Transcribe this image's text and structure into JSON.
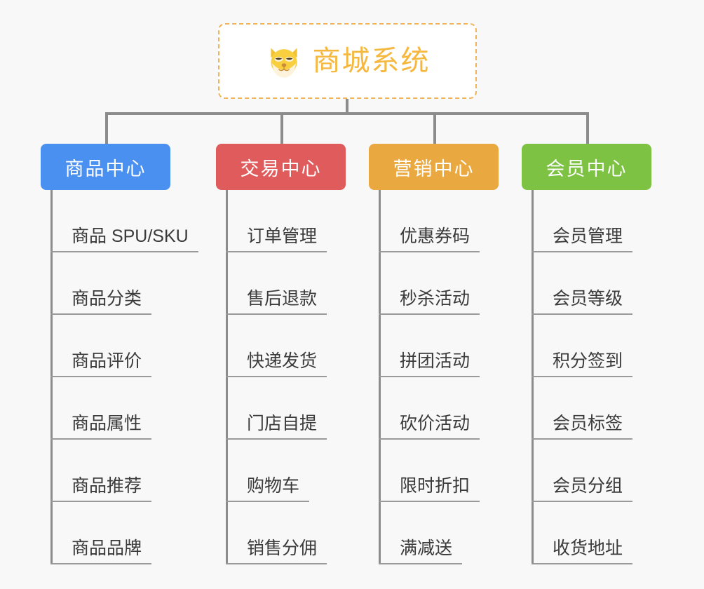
{
  "page": {
    "background_color": "#f8f8f8",
    "type": "mindmap"
  },
  "root": {
    "title": "商城系统",
    "icon": "shiba-inu-dog-face-icon",
    "text_color": "#f5b73d",
    "border_color": "#f0b55c",
    "background_color": "#ffffff"
  },
  "connector": {
    "color": "#8c8c8c"
  },
  "branches": [
    {
      "label": "商品中心",
      "color": "#4a90f0",
      "items": [
        "商品 SPU/SKU",
        "商品分类",
        "商品评价",
        "商品属性",
        "商品推荐",
        "商品品牌"
      ]
    },
    {
      "label": "交易中心",
      "color": "#e05c5c",
      "items": [
        "订单管理",
        "售后退款",
        "快递发货",
        "门店自提",
        "购物车",
        "销售分佣"
      ]
    },
    {
      "label": "营销中心",
      "color": "#eaa840",
      "items": [
        "优惠券码",
        "秒杀活动",
        "拼团活动",
        "砍价活动",
        "限时折扣",
        "满减送"
      ]
    },
    {
      "label": "会员中心",
      "color": "#7dc243",
      "items": [
        "会员管理",
        "会员等级",
        "积分签到",
        "会员标签",
        "会员分组",
        "收货地址"
      ]
    }
  ]
}
